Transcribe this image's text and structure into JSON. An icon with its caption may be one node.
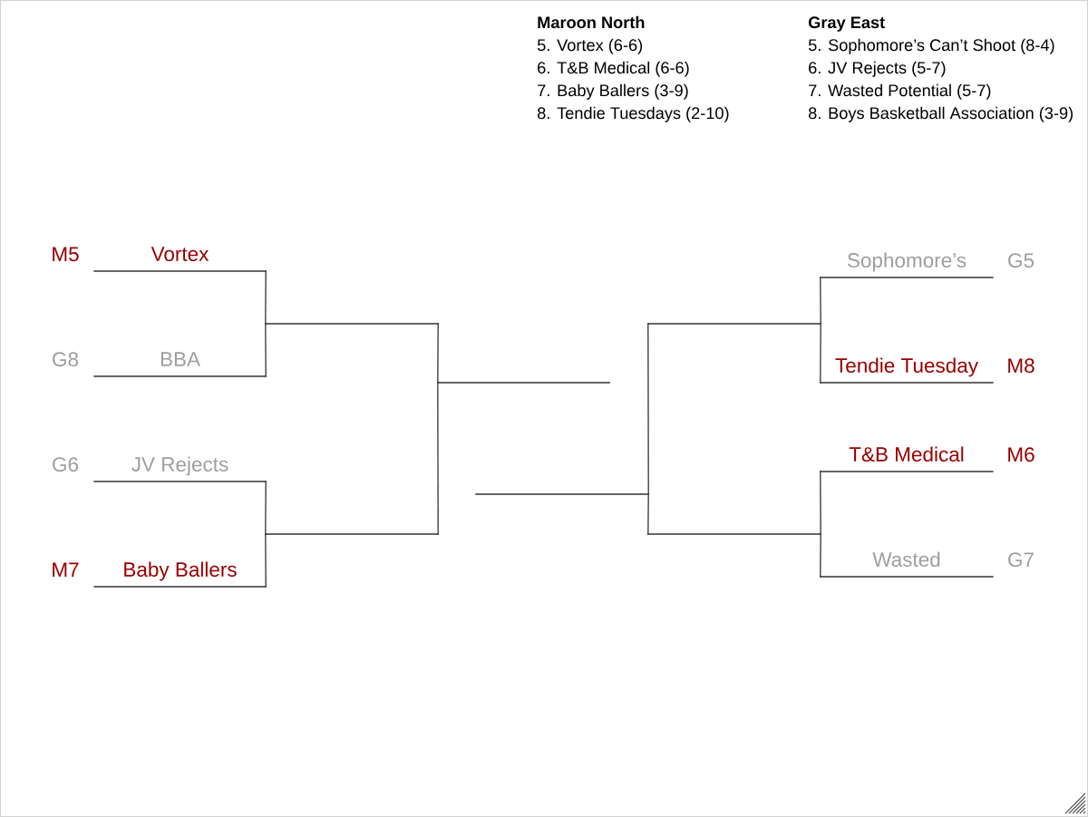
{
  "diagram": {
    "nodes": [
      {
        "text": [
          "Vortex"
        ],
        "beside": [
          "M5"
        ]
      },
      {
        "text": [
          "BBA"
        ],
        "beside": [
          "G8"
        ]
      },
      {
        "text": [
          "JV Rejects"
        ],
        "beside": [
          "G6"
        ]
      },
      {
        "text": [
          "Baby Ballers"
        ],
        "beside": [
          "M7"
        ]
      },
      {
        "text": [],
        "shape": "line"
      },
      {
        "text": [],
        "shape": "line"
      },
      {
        "text": [],
        "shape": "line"
      },
      {
        "text": [],
        "shape": "line"
      },
      {
        "text": [],
        "shape": "line"
      },
      {
        "text": [],
        "shape": "line"
      },
      {
        "text": [
          "Sophomore’s"
        ],
        "beside": [
          "G5"
        ]
      },
      {
        "text": [
          "Tendie Tuesday"
        ],
        "beside": [
          "M8"
        ]
      },
      {
        "text": [
          "T&B Medical"
        ],
        "beside": [
          "M6"
        ]
      },
      {
        "text": [
          "Wasted"
        ],
        "beside": [
          "G7"
        ]
      }
    ],
    "edges": [
      {
        "from": 0,
        "to": 4,
        "arrow": "none"
      },
      {
        "from": 1,
        "to": 4,
        "arrow": "none"
      },
      {
        "from": 2,
        "to": 5,
        "arrow": "none"
      },
      {
        "from": 3,
        "to": 5,
        "arrow": "none"
      },
      {
        "from": 4,
        "to": 6,
        "arrow": "none"
      },
      {
        "from": 5,
        "to": 6,
        "arrow": "none"
      },
      {
        "from": 10,
        "to": 8,
        "arrow": "none"
      },
      {
        "from": 11,
        "to": 8,
        "arrow": "none"
      },
      {
        "from": 12,
        "to": 9,
        "arrow": "none"
      },
      {
        "from": 13,
        "to": 9,
        "arrow": "none"
      },
      {
        "from": 8,
        "to": 7,
        "arrow": "none"
      },
      {
        "from": 9,
        "to": 7,
        "arrow": "none"
      }
    ],
    "labels": [
      "Maroon North",
      "5. Vortex (6-6)",
      "6. T&B Medical (6-6)",
      "7. Baby Ballers (3-9)",
      "8. Tendie Tuesdays (2-10)",
      "Gray East",
      "5. Sophomore’s Can’t Shoot (8-4)",
      "6. JV Rejects (5-7)",
      "7. Wasted Potential (5-7)",
      "8. Boys Basketball Association (3-9)"
    ]
  }
}
